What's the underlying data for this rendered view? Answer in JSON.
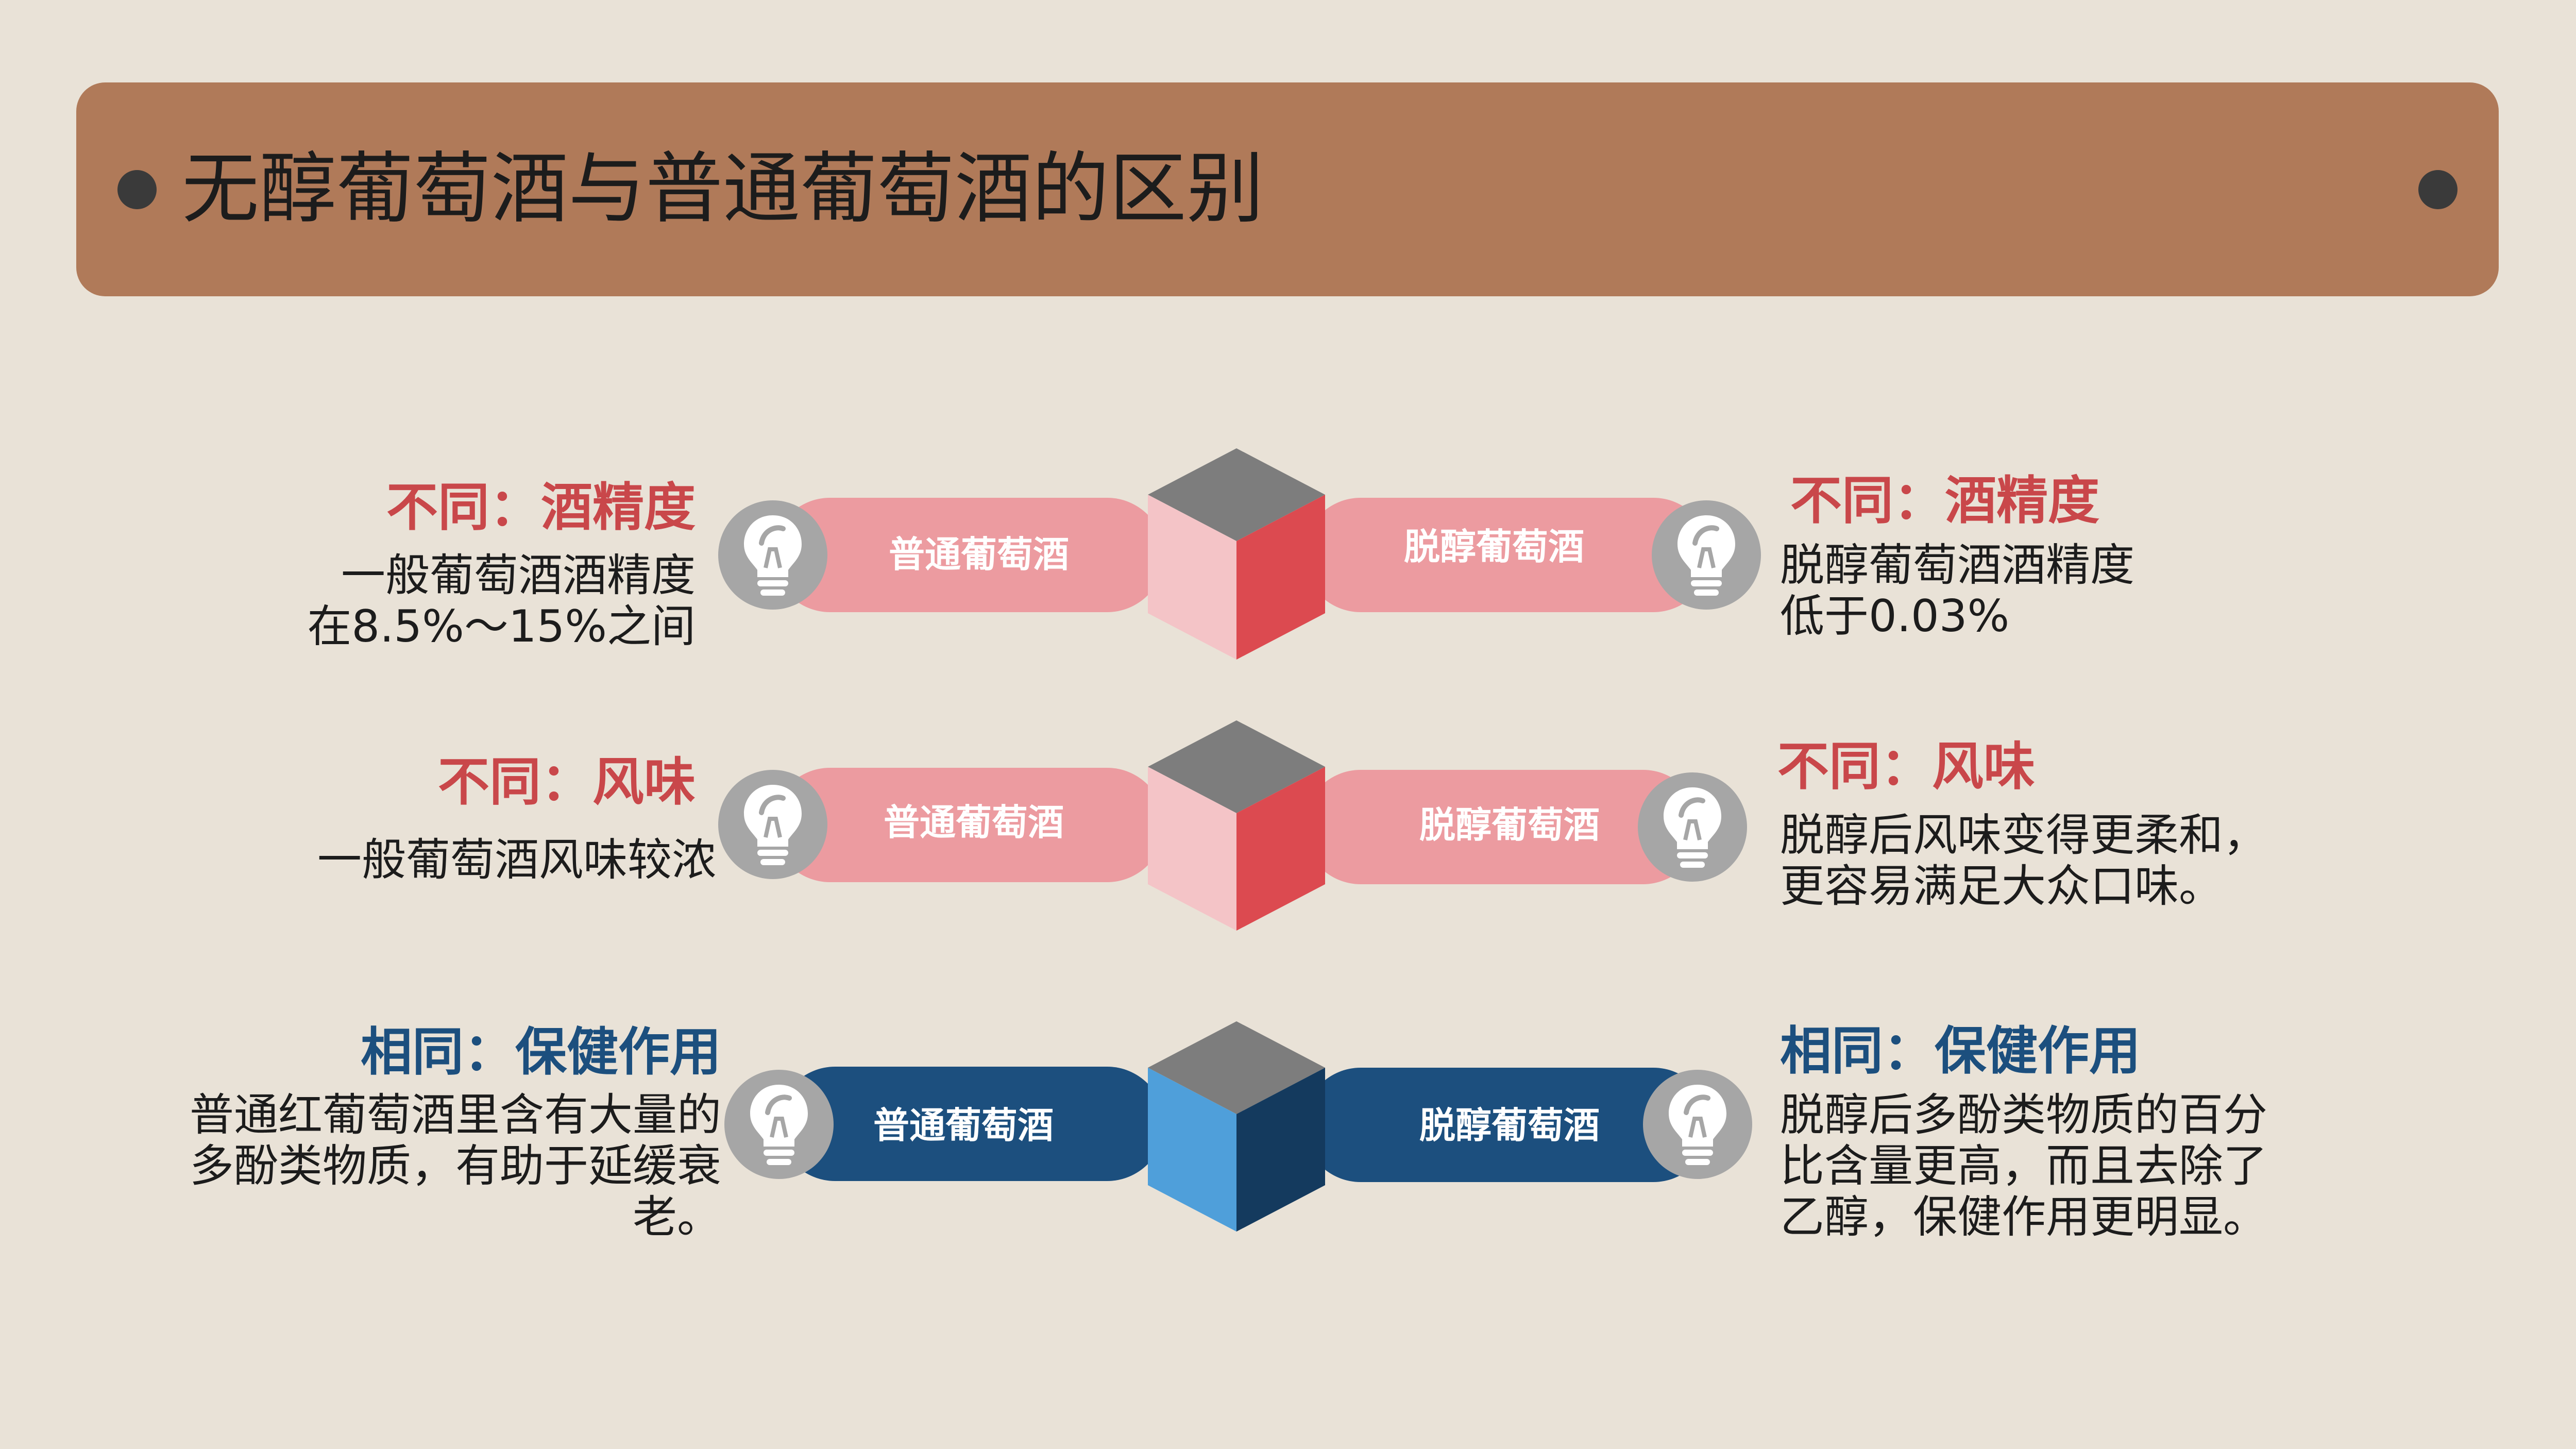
{
  "title": "无醇葡萄酒与普通葡萄酒的区别",
  "colors": {
    "background": "#e9e2d7",
    "banner": "#b07a59",
    "red_accent": "#c9474a",
    "blue_accent": "#1c4f7e",
    "pink_pill": "#ec9ba0",
    "navy_pill": "#1c4f7e",
    "icon_gray": "#a6a6a6"
  },
  "icons": [
    "lightbulb-icon"
  ],
  "rows": [
    {
      "left_heading": "不同：酒精度",
      "left_text": "一般葡萄酒酒精度\n在8.5%～15%之间",
      "left_pill": "普通葡萄酒",
      "right_pill": "脱醇葡萄酒",
      "right_heading": "不同：酒精度",
      "right_text": "脱醇葡萄酒酒精度\n低于0.03%"
    },
    {
      "left_heading": "不同：风味",
      "left_text": "一般葡萄酒风味较浓",
      "left_pill": "普通葡萄酒",
      "right_pill": "脱醇葡萄酒",
      "right_heading": "不同：风味",
      "right_text": "脱醇后风味变得更柔和，\n更容易满足大众口味。"
    },
    {
      "left_heading": "相同：保健作用",
      "left_text": "普通红葡萄酒里含有大量的\n多酚类物质，有助于延缓衰\n老。",
      "left_pill": "普通葡萄酒",
      "right_pill": "脱醇葡萄酒",
      "right_heading": "相同：保健作用",
      "right_text": "脱醇后多酚类物质的百分\n比含量更高，而且去除了\n乙醇，保健作用更明显。"
    }
  ]
}
